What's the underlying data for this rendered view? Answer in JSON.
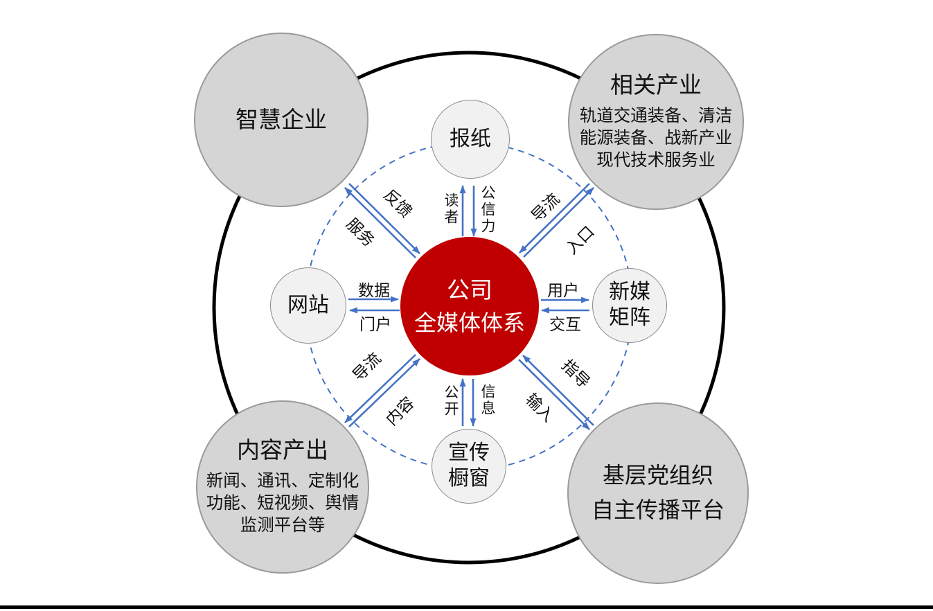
{
  "colors": {
    "center_fill": "#C00000",
    "center_text": "#FFFFFF",
    "outer_fill": "#D5D5D5",
    "outer_border": "#9A9A9A",
    "inner_fill": "#F1F1F1",
    "inner_border": "#8A8A8A",
    "arrow_blue": "#4472C4",
    "ring_black": "#000000",
    "text_black": "#111111"
  },
  "center": {
    "line1": "公司",
    "line2": "全媒体体系"
  },
  "inner_nodes": {
    "top": {
      "label": "报纸"
    },
    "left": {
      "label": "网站"
    },
    "right": {
      "line1": "新媒",
      "line2": "矩阵"
    },
    "bottom": {
      "line1": "宣传",
      "line2": "橱窗"
    }
  },
  "outer_nodes": {
    "top_left": {
      "title": "智慧企业"
    },
    "top_right": {
      "title": "相关产业",
      "body_lines": [
        "轨道交通装备、清洁",
        "能源装备、战新产业",
        "现代技术服务业"
      ]
    },
    "bottom_left": {
      "title": "内容产出",
      "body_lines": [
        "新闻、通讯、定制化",
        "功能、短视频、舆情",
        "监测平台等"
      ]
    },
    "bottom_right": {
      "title_lines": [
        "基层党组织",
        "自主传播平台"
      ]
    }
  },
  "edge_labels": {
    "top": {
      "to_node": "读者",
      "to_center": "公信力"
    },
    "bottom": {
      "to_center": "公开",
      "to_node": "信息"
    },
    "left": {
      "to_center": "数据",
      "to_node": "门户"
    },
    "right": {
      "to_node": "用户",
      "to_center": "交互"
    },
    "top_left": {
      "outer": "反馈",
      "inner": "服务"
    },
    "top_right": {
      "outer": "导流",
      "inner": "入口"
    },
    "bottom_left": {
      "outer": "导流",
      "inner": "内容"
    },
    "bottom_right": {
      "outer": "指导",
      "inner": "输入"
    }
  }
}
